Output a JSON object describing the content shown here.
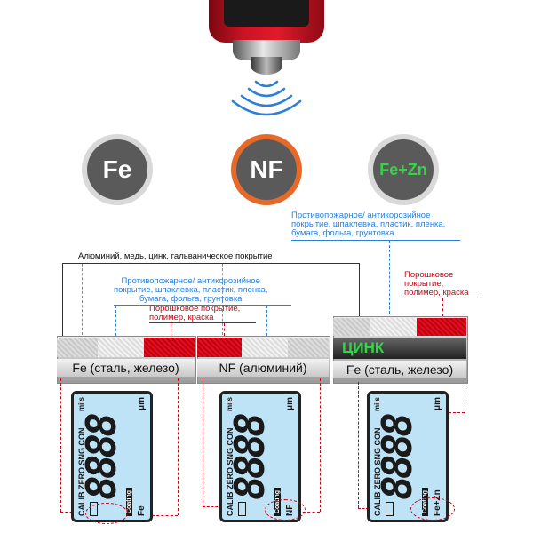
{
  "modes": {
    "fe": "Fe",
    "nf": "NF",
    "fezn": "Fe+Zn"
  },
  "notes": {
    "nonferrous_coatings": "Алюминий, медь, цинк, гальваническое покрытие",
    "blue_fe": [
      "Противопожарное/ антикорозийное",
      "покрытие, шпаклевка, пластик, пленка,",
      "бумага, фольга, грунтовка"
    ],
    "red_fe": [
      "Порошковое покрытие,",
      "полимер, краска"
    ],
    "blue_zn": [
      "Противопожарное/ антикорозийное",
      "покрытие, шпаклевка, пластик, пленка,",
      "бумага, фольга, грунтовка"
    ],
    "red_zn": [
      "Порошковое",
      "покрытие,",
      "полимер, краска"
    ]
  },
  "samples": {
    "fe_label": "Fe (сталь, железо)",
    "nf_label": "NF (алюминий)",
    "zn_layer": "ЦИНК",
    "zn_label": "Fe (сталь, железо)"
  },
  "lcd": {
    "digits": "8888",
    "words": "CALIB ZERO SNG CON",
    "unit": "μm",
    "unit_alt": "mils",
    "coating": "Coating",
    "mode_fe": "Fe",
    "mode_nf": "NF",
    "mode_fezn": "Fe+Zn"
  },
  "colors": {
    "device_red": "#e01a2c",
    "blue_text": "#2a7fd8",
    "red_text": "#d00010",
    "zinc_green": "#33d447",
    "lcd_background": "#bfe3f6",
    "nf_ring": "#e56a2a"
  }
}
